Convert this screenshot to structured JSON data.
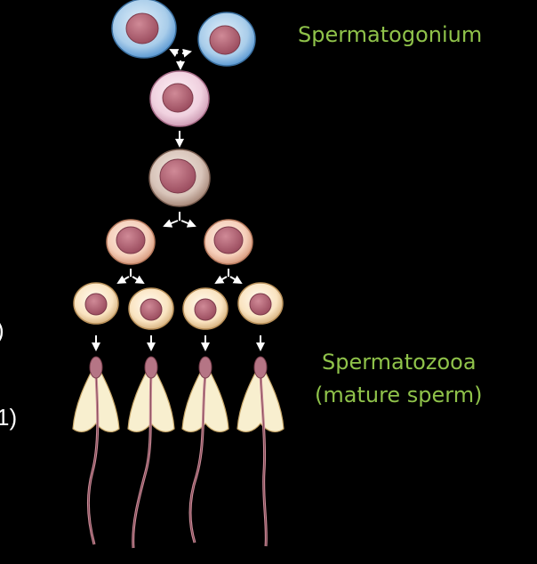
{
  "labels": {
    "spermatogonium": "Spermatogonium",
    "spermatozoa_line1": "Spermatozooa",
    "spermatozoa_line2": "(mature sperm)"
  },
  "edge_fragments": {
    "left_mid": ")",
    "left_lower": "1)"
  },
  "colors": {
    "background": "#000000",
    "label_green": "#8fc24a",
    "nucleus": "#b86a78",
    "arrow": "#ffffff",
    "spermatogonium_cell": "#bcd8ee",
    "primary_spermatocyte_cell": "#f3d7e3",
    "growing_spermatocyte_cell": "#d9c6bc",
    "secondary_spermatocyte_cell": "#f6d2bf",
    "spermatid_cell": "#fbe7c8",
    "sperm_head": "#b57585",
    "sperm_cytoplasm": "#f8efcf"
  }
}
